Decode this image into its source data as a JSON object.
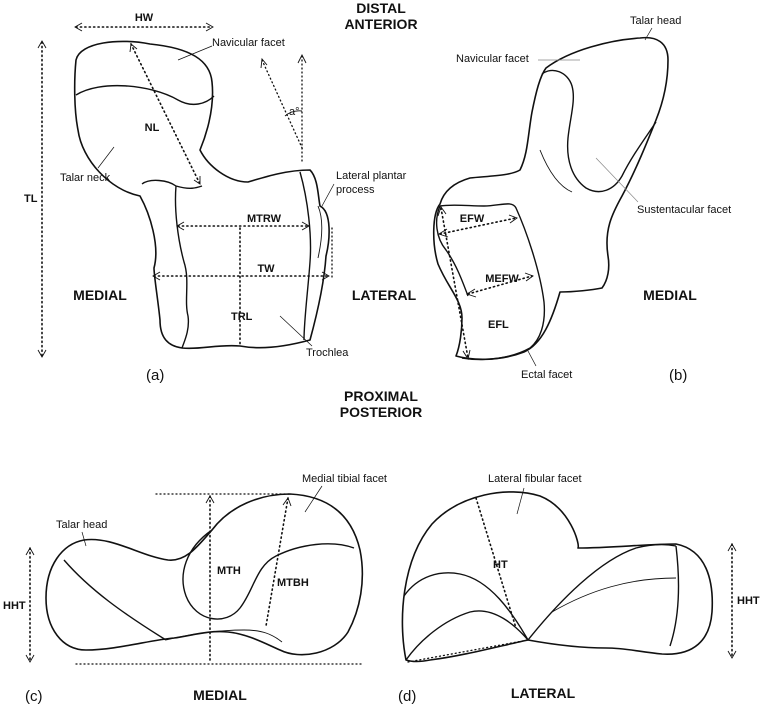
{
  "orientation": {
    "top_line1": "DISTAL",
    "top_line2": "ANTERIOR",
    "middle_line1": "PROXIMAL",
    "middle_line2": "POSTERIOR",
    "panel_a_left": "MEDIAL",
    "panel_a_right": "LATERAL",
    "panel_b_right": "MEDIAL",
    "panel_c_bottom": "MEDIAL",
    "panel_d_bottom": "LATERAL"
  },
  "panels": {
    "a": "(a)",
    "b": "(b)",
    "c": "(c)",
    "d": "(d)"
  },
  "panel_a": {
    "labels": {
      "navicular_facet": "Navicular facet",
      "talar_neck": "Talar neck",
      "lateral_plantar_line1": "Lateral plantar",
      "lateral_plantar_line2": "process",
      "trochlea": "Trochlea"
    },
    "measurements": {
      "hw": "HW",
      "nl": "NL",
      "tl": "TL",
      "mtrw": "MTRW",
      "tw": "TW",
      "trl": "TRL",
      "angle": "a°"
    }
  },
  "panel_b": {
    "labels": {
      "talar_head": "Talar head",
      "navicular_facet": "Navicular facet",
      "sustentacular_facet": "Sustentacular facet",
      "ectal_facet": "Ectal facet"
    },
    "measurements": {
      "efw": "EFW",
      "mefw": "MEFW",
      "efl": "EFL"
    }
  },
  "panel_c": {
    "labels": {
      "medial_tibial_facet": "Medial tibial facet",
      "talar_head": "Talar head"
    },
    "measurements": {
      "hht": "HHT",
      "mth": "MTH",
      "mtbh": "MTBH"
    }
  },
  "panel_d": {
    "labels": {
      "lateral_fibular_facet": "Lateral fibular facet"
    },
    "measurements": {
      "ht": "HT",
      "hht": "HHT"
    }
  }
}
